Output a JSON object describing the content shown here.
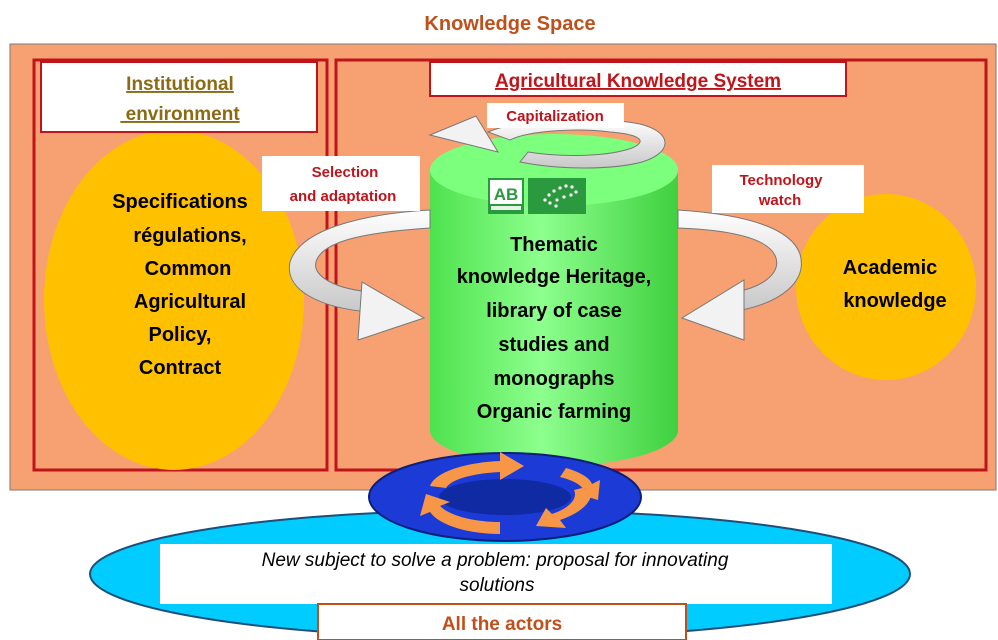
{
  "title": "Knowledge Space",
  "institutional": {
    "heading_line1": "Institutional",
    "heading_line2": " environment",
    "ellipse_lines": [
      "Specifications",
      "régulations,",
      "Common",
      "Agricultural",
      "Policy,",
      "Contract"
    ]
  },
  "aks": {
    "heading": "Agricultural Knowledge System",
    "capitalization": "Capitalization",
    "selection_line1": "Selection",
    "selection_line2": "and adaptation",
    "technology_line1": "Technology",
    "technology_line2": "watch",
    "cylinder_lines": [
      "Thematic",
      "knowledge Heritage,",
      "library of case",
      "studies and",
      "monographs",
      "Organic farming"
    ],
    "academic_line1": "Academic",
    "academic_line2": "knowledge",
    "logo_ab": "AB"
  },
  "bottom": {
    "problem_line1": "New subject to solve a problem: proposal for innovating",
    "problem_line2": "solutions",
    "actors": "All the actors"
  },
  "colors": {
    "space_bg": "#f7a071",
    "frame_red": "#c0141b",
    "heading_brown": "#8b6a14",
    "title_orange": "#c0501b",
    "ellipse_yellow": "#ffc000",
    "cylinder_green": "#66ff66",
    "lake_cyan": "#00ccff",
    "roundabout_blue": "#1c3ad6",
    "arrow_orange": "#f79646"
  }
}
